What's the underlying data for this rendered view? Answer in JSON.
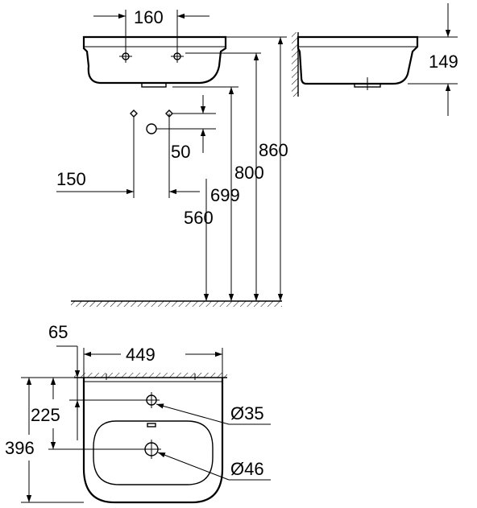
{
  "dimensions": {
    "hole_spacing": "160",
    "depth_side": "149",
    "supply_spacing": "50",
    "supply_width": "150",
    "height_860": "860",
    "height_800": "800",
    "height_699": "699",
    "height_560": "560",
    "wall_offset": "65",
    "width": "449",
    "tap_hole_depth": "225",
    "projection": "396",
    "tap_hole_diameter": "Ø35",
    "drain_diameter": "Ø46"
  }
}
